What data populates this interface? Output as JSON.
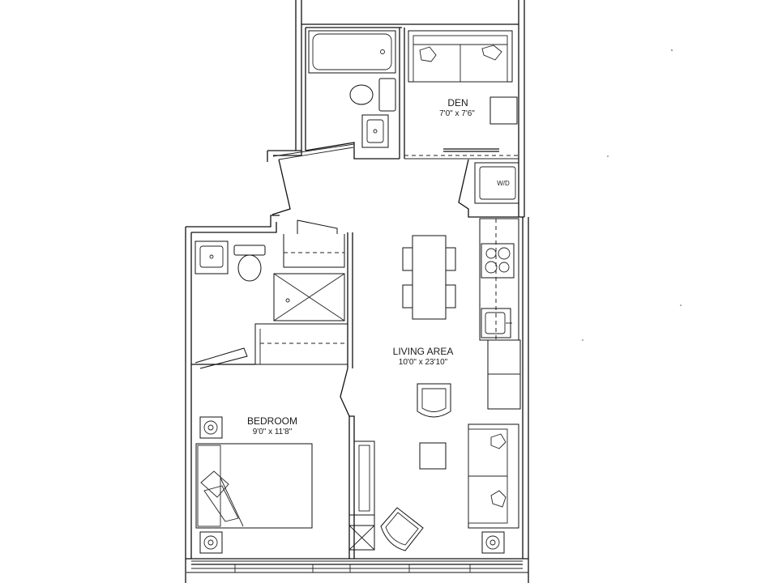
{
  "rooms": {
    "den": {
      "name": "DEN",
      "dimensions": "7'0\" x 7'6\""
    },
    "living": {
      "name": "LIVING AREA",
      "dimensions": "10'0\" x 23'10\""
    },
    "bedroom": {
      "name": "BEDROOM",
      "dimensions": "9'0\" x 11'8\""
    }
  },
  "appliances": {
    "washer_dryer": "W/D"
  }
}
